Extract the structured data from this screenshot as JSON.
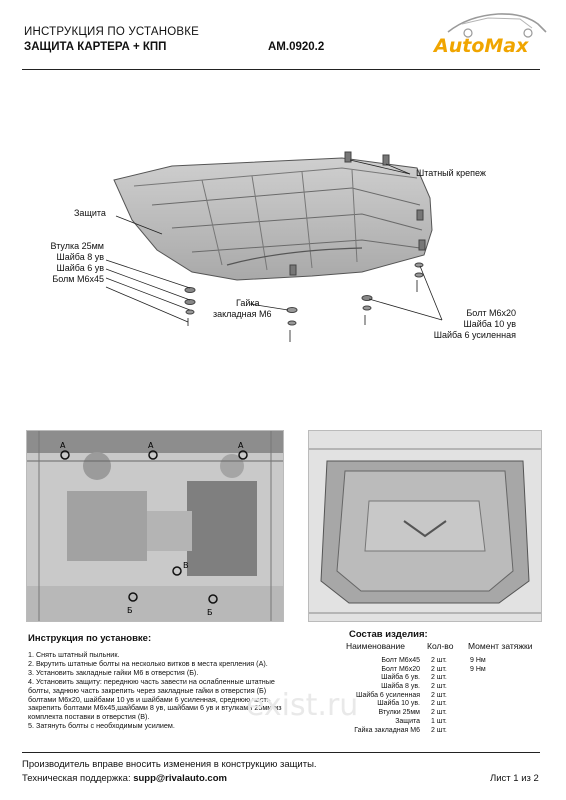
{
  "header": {
    "line1": "ИНСТРУКЦИЯ ПО УСТАНОВКЕ",
    "line2": "ЗАЩИТА КАРТЕРА + КПП",
    "article": "AM.0920.2",
    "logo_text": "AutoMax"
  },
  "diagram_labels": {
    "shtatny_krepezh": "Штатный крепеж",
    "zashchita": "Защита",
    "left_stack": [
      "Втулка 25мм",
      "Шайба 8 ув",
      "Шайба 6 ув",
      "Болм М6х45"
    ],
    "gaika": [
      "Гайка",
      "закладная М6"
    ],
    "right_stack": [
      "Болт М6х20",
      "Шайба 10 ув",
      "Шайба 6 усиленная"
    ]
  },
  "photo_marks": {
    "a_marks": [
      "А",
      "А",
      "А"
    ],
    "b_marks": [
      "Б",
      "Б"
    ],
    "v_marks": [
      "В"
    ]
  },
  "instructions": {
    "title": "Инструкция по установке:",
    "steps": [
      "1. Снять штатный пыльник.",
      "2. Вкрутить штатные болты на несколько витков в места крепления (А).",
      "3. Установить закладные гайки М6 в отверстия (Б).",
      "4. Установить защиту: переднюю часть завести на ослабленные штатные",
      "болты, заднюю часть закрепить через закладные гайки в отверстия (Б)",
      "болтами М6х20, шайбами 10 ув и шайбами 6 усиленная, среднюю часть",
      "закрепить болтами М6х45,шайбами 8 ув, шайбами 6 ув и втулками 25мм из",
      "комплекта поставки в отверстия (В).",
      "5. Затянуть болты с необходимым усилием."
    ]
  },
  "composition": {
    "title": "Состав изделия:",
    "headers": {
      "name": "Наименование",
      "qty": "Кол-во",
      "torque": "Момент затяжки"
    },
    "rows": [
      {
        "name": "Болт М6х45",
        "qty": "2 шт.",
        "torque": "9 Нм"
      },
      {
        "name": "Болт М6х20",
        "qty": "2 шт.",
        "torque": "9 Нм"
      },
      {
        "name": "Шайба 6 ув.",
        "qty": "2 шт.",
        "torque": ""
      },
      {
        "name": "Шайба 8 ув.",
        "qty": "2 шт.",
        "torque": ""
      },
      {
        "name": "Шайба 6 усиленная",
        "qty": "2 шт.",
        "torque": ""
      },
      {
        "name": "Шайба 10 ув.",
        "qty": "2 шт.",
        "torque": ""
      },
      {
        "name": "Втулки 25мм",
        "qty": "2 шт.",
        "torque": ""
      },
      {
        "name": "Защита",
        "qty": "1 шт.",
        "torque": ""
      },
      {
        "name": "Гайка закладная М6",
        "qty": "2 шт.",
        "torque": ""
      }
    ]
  },
  "watermark": "exist.ru",
  "footer": {
    "note": "Производитель вправе вносить изменения в конструкцию защиты.",
    "support_label": "Техническая поддержка:",
    "support_email": "supp@rivalauto.com",
    "page": "Лист 1 из 2"
  }
}
